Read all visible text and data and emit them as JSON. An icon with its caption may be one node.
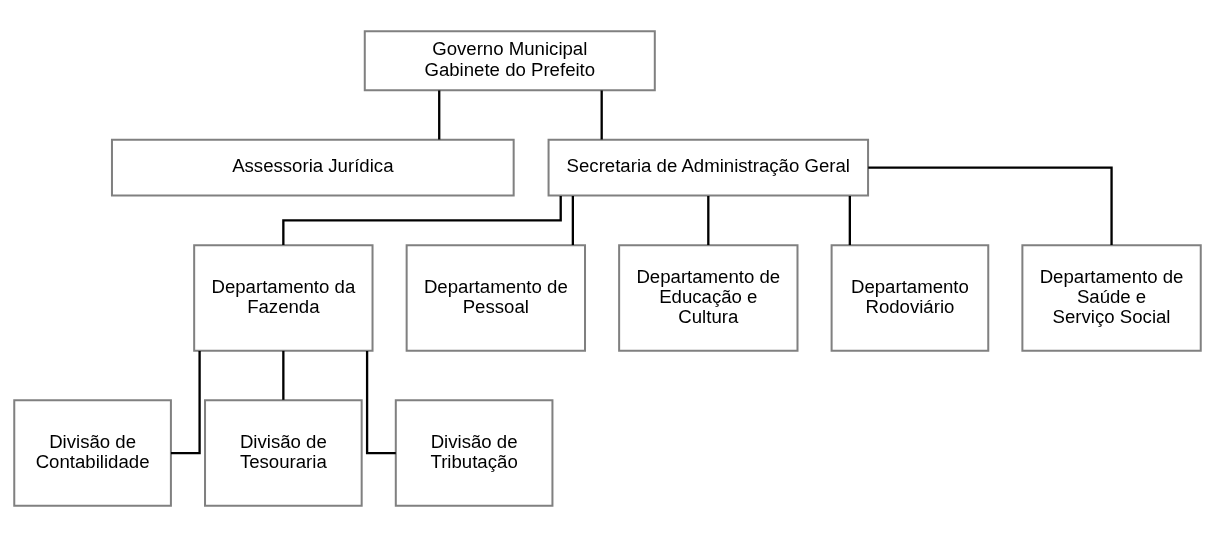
{
  "diagram": {
    "nodes": [
      {
        "text": [
          "Governo Municipal",
          "Gabinete do Prefeito"
        ]
      },
      {
        "text": [
          "Assessoria Jurídica"
        ]
      },
      {
        "text": [
          "Secretaria de Administração Geral"
        ]
      },
      {
        "text": [
          "Departamento da Fazenda"
        ]
      },
      {
        "text": [
          "Departamento de Pessoal"
        ]
      },
      {
        "text": [
          "Departamento de Educação e Cultura"
        ]
      },
      {
        "text": [
          "Departamento Rodoviário"
        ]
      },
      {
        "text": [
          "Departamento de Saúde e Serviço Social"
        ]
      },
      {
        "text": [
          "Divisão de Contabilidade"
        ]
      },
      {
        "text": [
          "Divisão de Tesouraria"
        ]
      },
      {
        "text": [
          "Divisão de Tributação"
        ]
      }
    ],
    "edges": [
      {
        "from": 0,
        "to": 1,
        "arrow": "none"
      },
      {
        "from": 0,
        "to": 2,
        "arrow": "none"
      },
      {
        "from": 2,
        "to": 3,
        "arrow": "none"
      },
      {
        "from": 2,
        "to": 4,
        "arrow": "none"
      },
      {
        "from": 2,
        "to": 5,
        "arrow": "none"
      },
      {
        "from": 2,
        "to": 6,
        "arrow": "none"
      },
      {
        "from": 2,
        "to": 7,
        "arrow": "none"
      },
      {
        "from": 3,
        "to": 8,
        "arrow": "none"
      },
      {
        "from": 3,
        "to": 9,
        "arrow": "none"
      },
      {
        "from": 3,
        "to": 10,
        "arrow": "none"
      }
    ]
  }
}
